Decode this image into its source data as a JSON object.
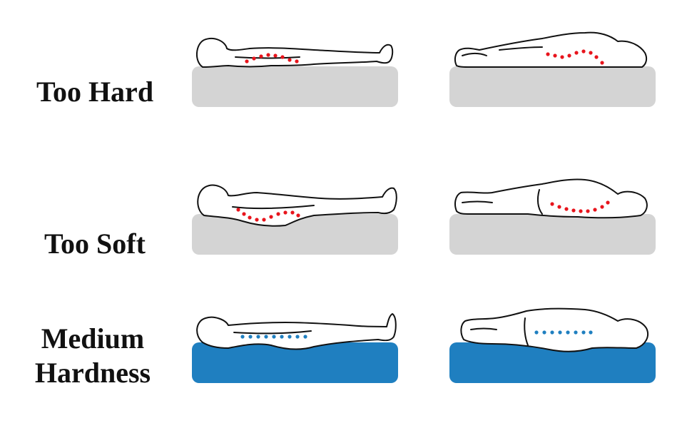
{
  "rows": [
    {
      "id": "too-hard",
      "label_lines": [
        "Too Hard"
      ],
      "mattress_color": "#d4d4d4",
      "spine_color": "#e8141c"
    },
    {
      "id": "too-soft",
      "label_lines": [
        "Too Soft"
      ],
      "mattress_color": "#d4d4d4",
      "spine_color": "#e8141c"
    },
    {
      "id": "medium-hardness",
      "label_lines": [
        "Medium",
        "Hardness"
      ],
      "mattress_color": "#1f7fc0",
      "spine_color": "#1f7fc0"
    }
  ]
}
